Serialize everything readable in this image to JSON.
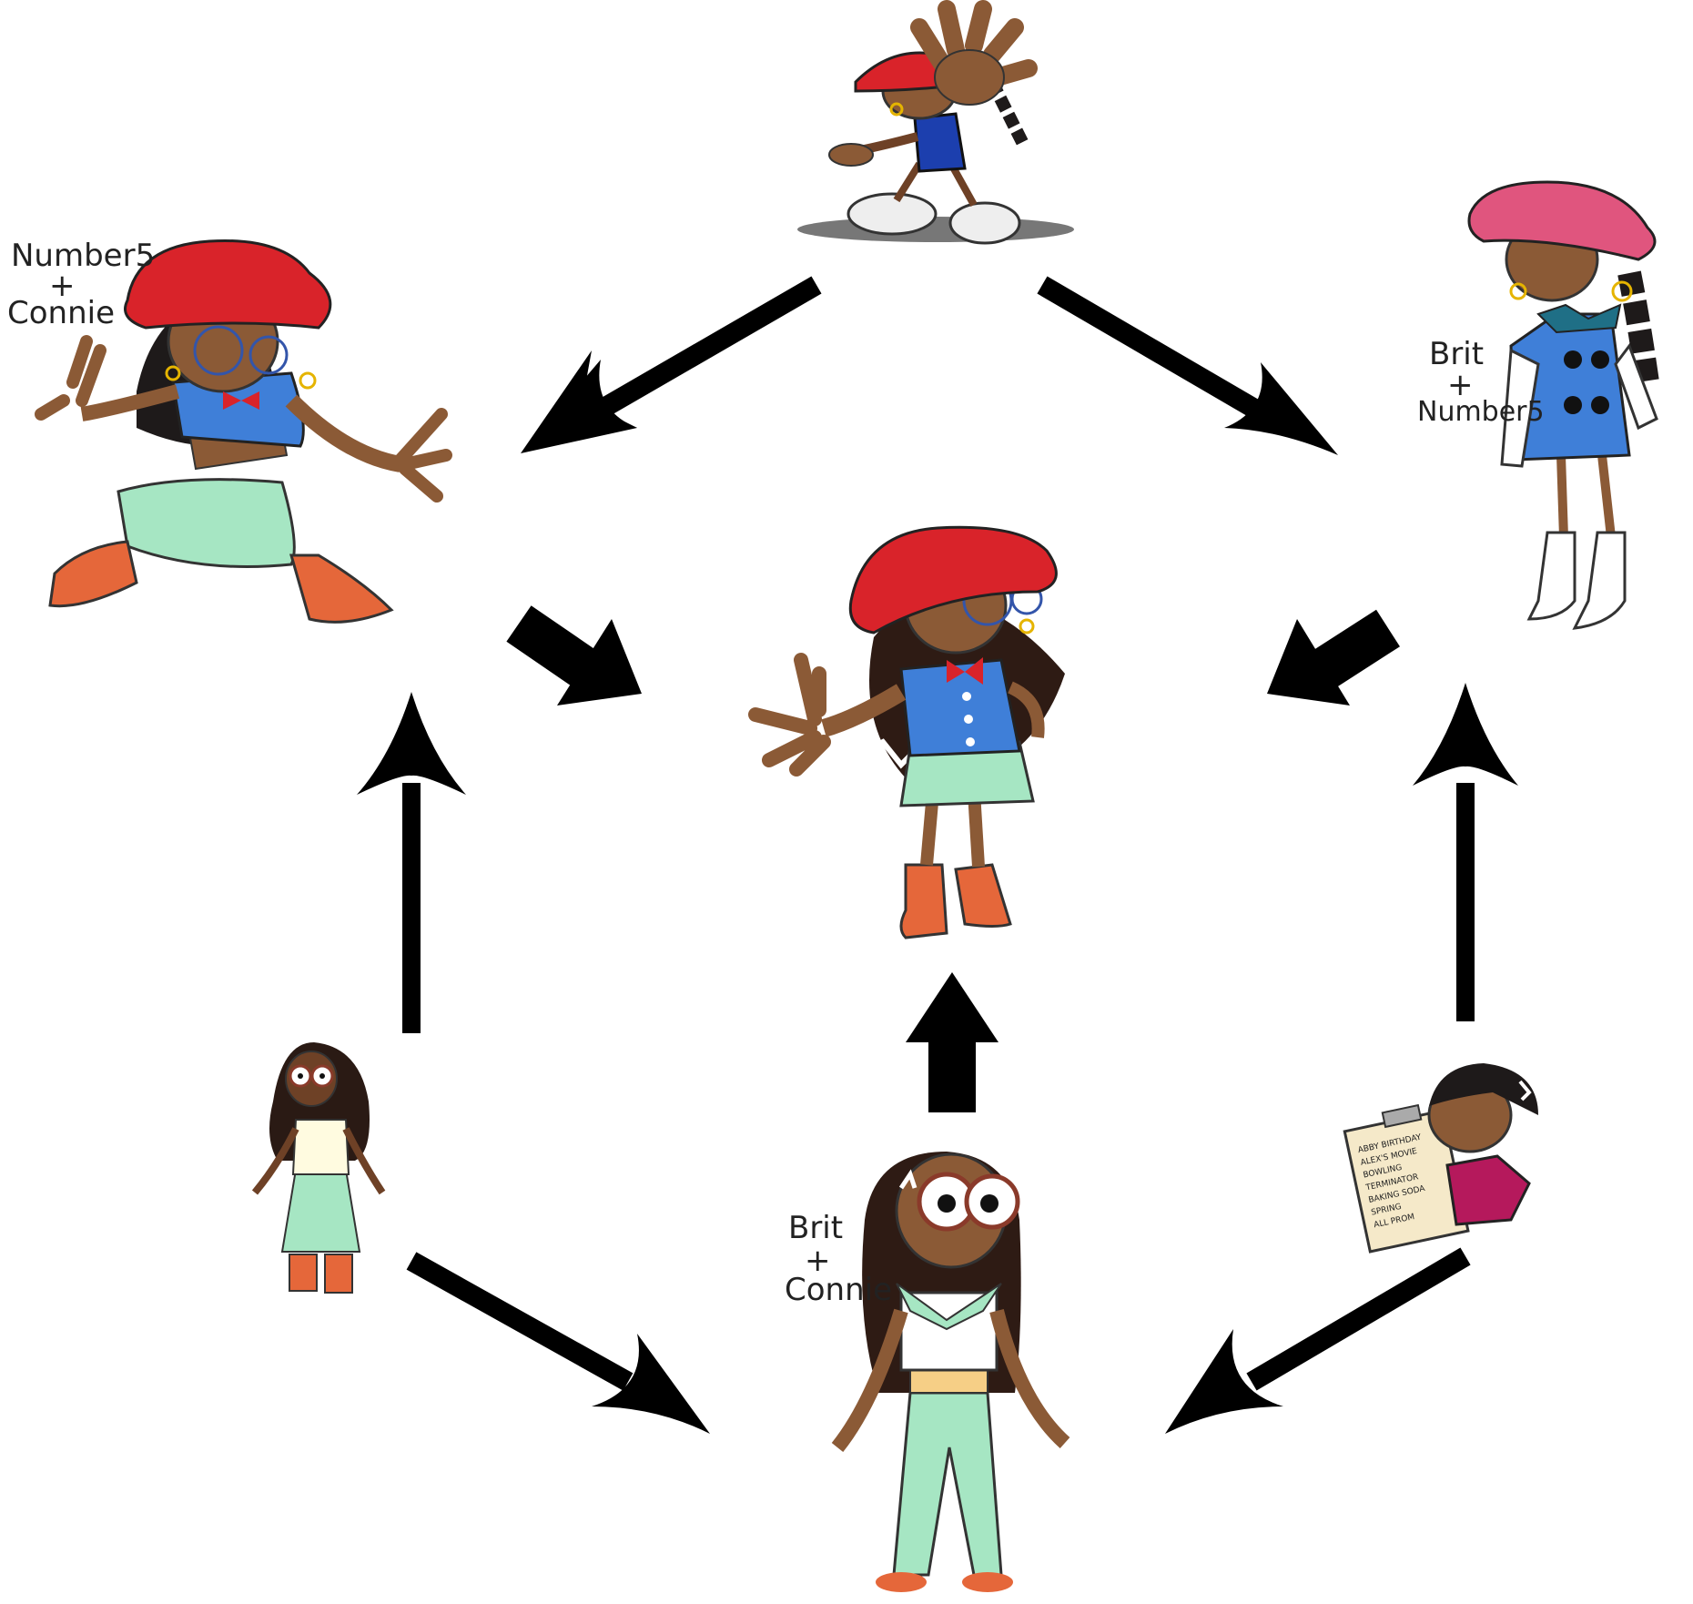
{
  "labels": {
    "top_left": [
      "Number5",
      "+",
      "Connie"
    ],
    "top_right": [
      "Brit",
      "+",
      "Number5"
    ],
    "bottom_center": [
      "Brit",
      "+",
      "Connie"
    ]
  },
  "clipboard_lines": [
    "ABBY BIRTHDAY",
    "ALEX'S MOVIE",
    "BOWLING",
    "TERMINATOR",
    "BAKING SODA",
    "SPRING",
    "ALL PROM"
  ],
  "colors": {
    "arrow": "#000000",
    "skin": "#8b5a36",
    "skin_dark": "#6e4126",
    "red_hat": "#d9232a",
    "pink_hat": "#e0557e",
    "blue_top": "#3f7fd8",
    "mint": "#a6e6c3",
    "orange_boots": "#e5673a",
    "hair": "#1e1a1a",
    "brown_hair": "#3a2418",
    "magenta": "#b5195c",
    "white": "#ffffff"
  },
  "icons": {
    "character_top": "number5-character-icon",
    "character_left": "number5-connie-fusion-icon",
    "character_right": "brit-number5-fusion-icon",
    "character_center": "triple-fusion-character-icon",
    "character_bottom_left": "connie-character-icon",
    "character_bottom_center": "brit-connie-fusion-icon",
    "character_bottom_right": "brit-character-icon"
  }
}
